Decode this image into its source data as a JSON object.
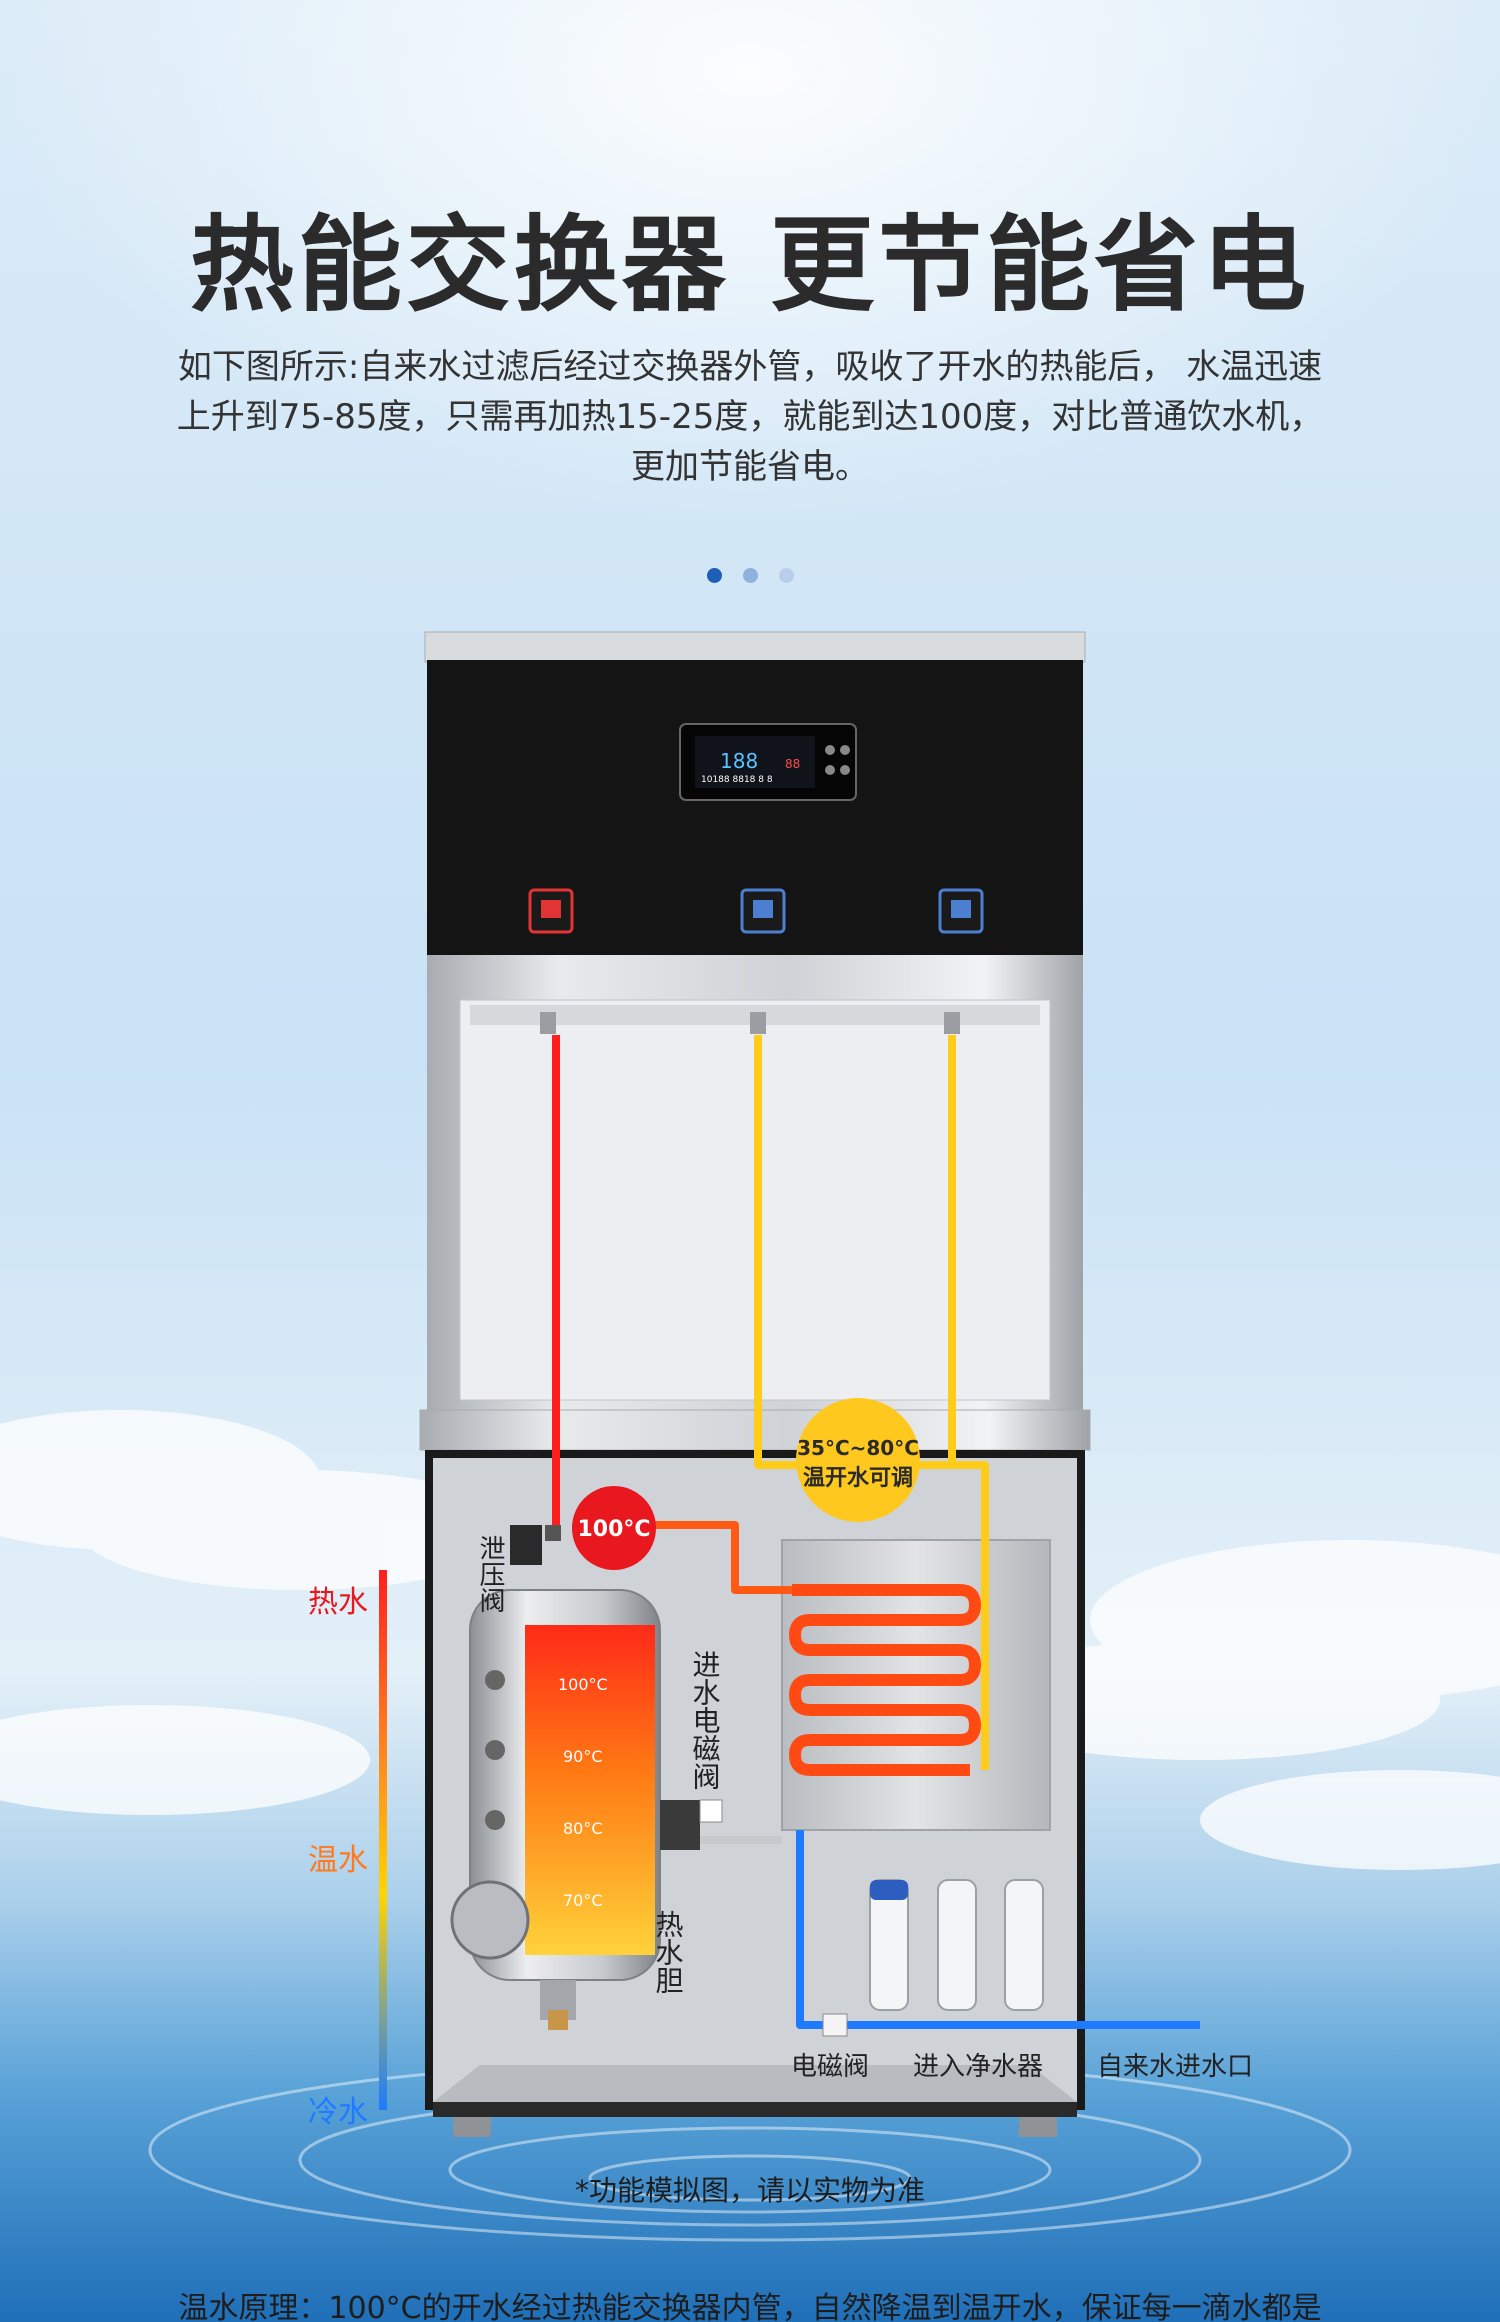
{
  "title": "热能交换器 更节能省电",
  "description": {
    "line1": "如下图所示:自来水过滤后经过交换器外管，吸收了开水的热能后， 水温迅速",
    "line2": "上升到75-85度，只需再加热15-25度，就能到达100度，对比普通饮水机，",
    "line3": "更加节能省电。"
  },
  "carousel": {
    "dots": 3,
    "active": 0
  },
  "panel": {
    "display_main": "188",
    "display_sub": "88",
    "display_bottom": "10188 8818 8 8"
  },
  "diagram": {
    "badge_hot": "100°C",
    "badge_warm_range": "35°C~80°C",
    "badge_warm_label": "温开水可调",
    "label_relief_valve": "泄压阀",
    "label_inlet_valve": "进水电磁阀",
    "label_tank": "热水胆",
    "label_solenoid": "电磁阀",
    "label_purifier": "进入净水器",
    "label_tap_inlet": "自来水进水口",
    "tank_temps": [
      "100°C",
      "90°C",
      "80°C",
      "70°C"
    ],
    "scale": {
      "hot": "热水",
      "warm": "温水",
      "cold": "冷水"
    }
  },
  "note": "*功能模拟图，请以实物为准",
  "footer": "温水原理：100°C的开水经过热能交换器内管，自然降温到温开水，保证每一滴水都是"
}
